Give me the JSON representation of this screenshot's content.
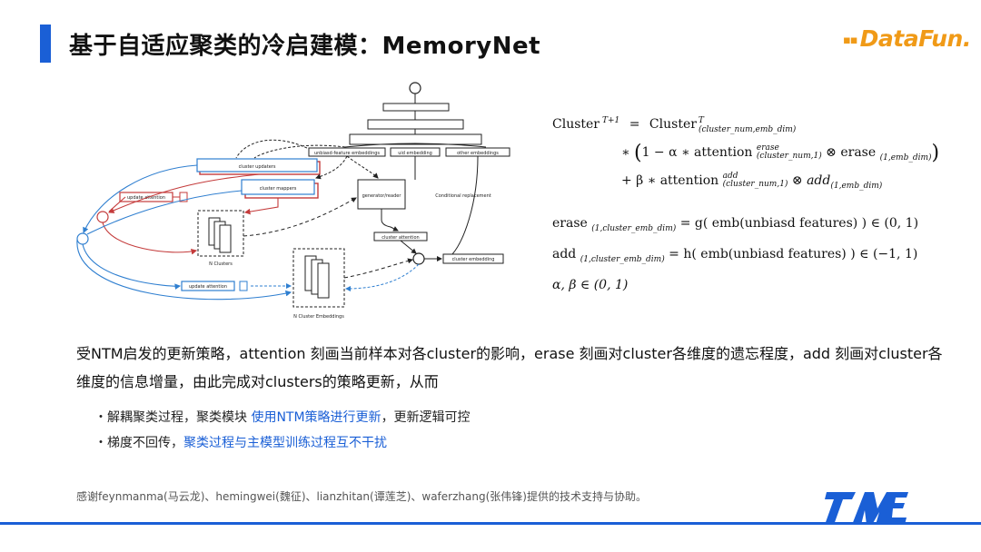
{
  "title": "基于自适应聚类的冷启建模：MemoryNet",
  "logo": {
    "text": "DataFun.",
    "mark_icon": "datafun-logo-icon"
  },
  "diagram": {
    "labels": {
      "unbiasd": "unbiasd-feature embeddings",
      "uid": "uid embedding",
      "other": "other embeddings",
      "cluster_updaters": "cluster updaters",
      "cluster_mappers": "cluster mappers",
      "update_attention_top": "update attention",
      "generator": "generator/reader",
      "conditional": "Conditional replacement",
      "cluster_attention": "cluster attention",
      "cluster_embedding": "cluster embedding",
      "n_clusters": "N Clusters",
      "update_attention_bottom": "update attention",
      "n_cluster_embeddings": "N Cluster Embeddings"
    },
    "colors": {
      "red": "#c43b3b",
      "blue": "#2f7fd0",
      "black": "#222222"
    }
  },
  "formulas": {
    "cluster": "Cluster",
    "t_plus_1": "T+1",
    "eq": "=",
    "t": "T",
    "cluster_sub": "(cluster_num,emb_dim)",
    "star": "∗",
    "one_minus_alpha": "1 − α ∗",
    "attention": "attention",
    "erase_sup": "erase",
    "cluster_num_sub": "(cluster_num,1)",
    "otimes": "⊗",
    "erase": "erase",
    "emb_dim_sub": "(1,emb_dim)",
    "plus_beta": "+ β ∗",
    "add_sup": "add",
    "add": "add",
    "erase_def_sub": "(1,cluster_emb_dim)",
    "erase_def_rhs": "= g( emb(unbiasd features) ) ∈ (0, 1)",
    "add_def_sub": "(1,cluster_emb_dim)",
    "add_def_rhs": "= h( emb(unbiasd features) ) ∈ (−1, 1)",
    "alpha_beta": "α, β ∈ (0, 1)"
  },
  "paragraph": "受NTM启发的更新策略，attention 刻画当前样本对各cluster的影响，erase 刻画对cluster各维度的遗忘程度，add 刻画对cluster各维度的信息增量，由此完成对clusters的策略更新，从而",
  "bullets": [
    {
      "prefix": "・解耦聚类过程，聚类模块 ",
      "highlight": "使用NTM策略进行更新",
      "suffix": "，更新逻辑可控"
    },
    {
      "prefix": "・梯度不回传，",
      "highlight": "聚类过程与主模型训练过程互不干扰",
      "suffix": ""
    }
  ],
  "thanks": "感谢feynmanma(马云龙)、hemingwei(魏征)、lianzhitan(谭莲芝)、waferzhang(张伟锋)提供的技术支持与协助。",
  "tme_logo": "tme-logo-icon"
}
